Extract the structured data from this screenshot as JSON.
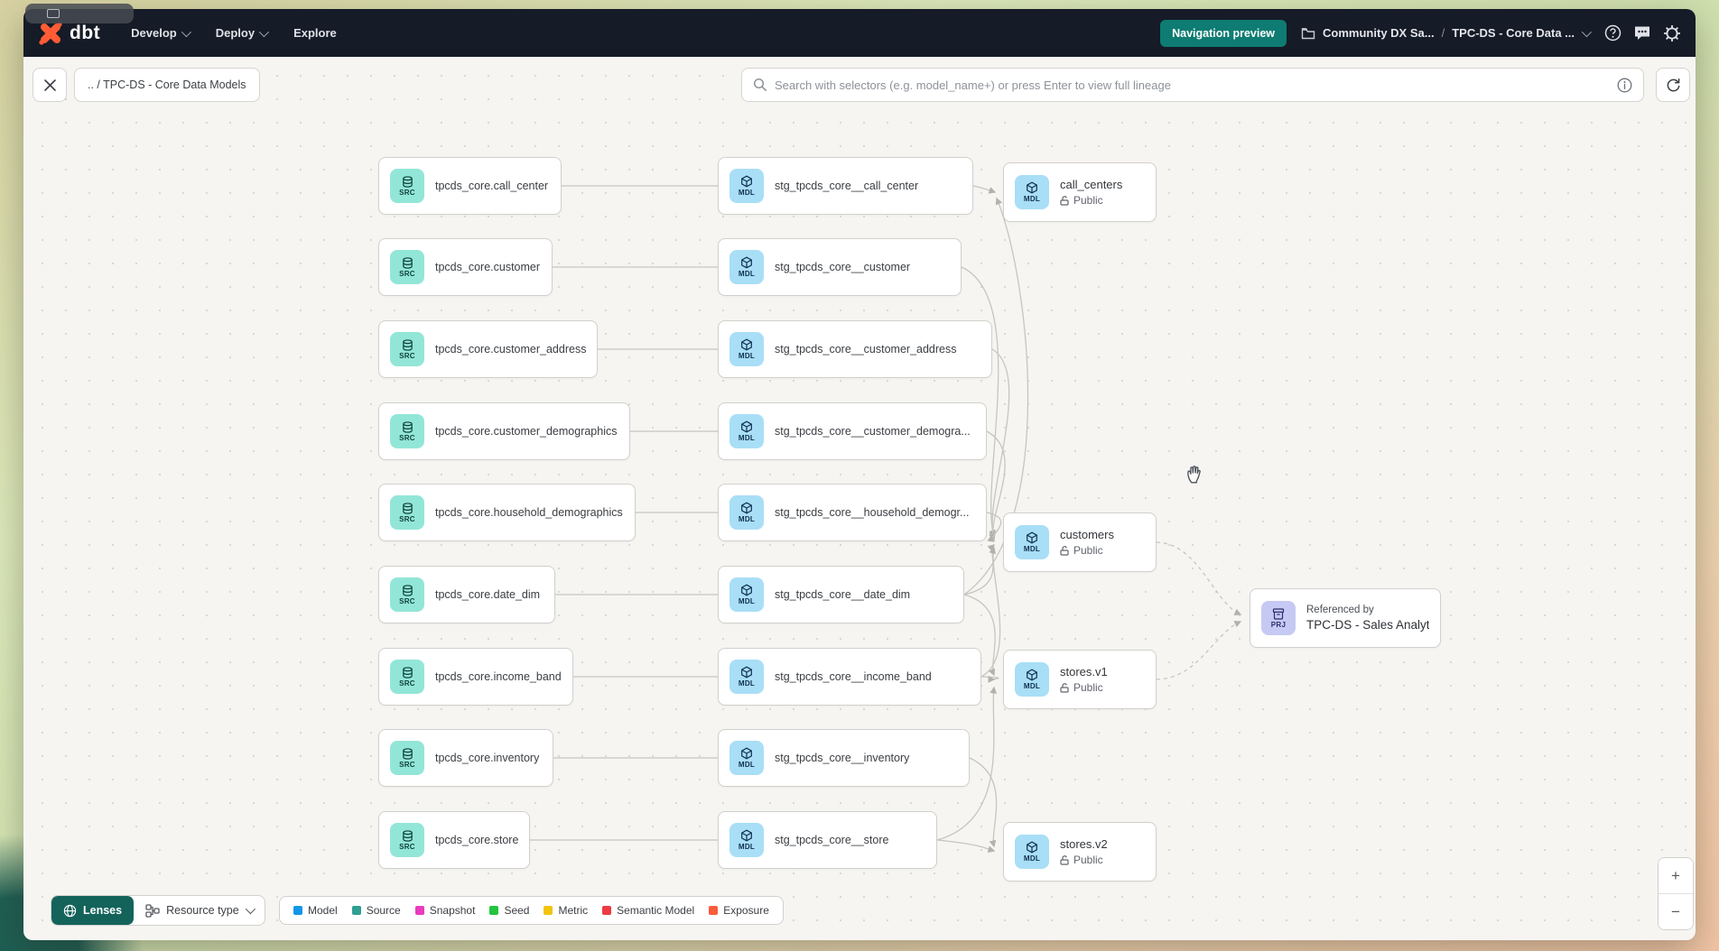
{
  "topnav": {
    "logo": "dbt",
    "menu": [
      {
        "label": "Develop"
      },
      {
        "label": "Deploy"
      },
      {
        "label": "Explore"
      }
    ],
    "preview_badge": "Navigation preview",
    "project_breadcrumb": "Community DX Sa...",
    "separator": "/",
    "page_breadcrumb": "TPC-DS - Core Data ..."
  },
  "lineage_toolbar": {
    "path_chip": ".. / TPC-DS - Core Data Models",
    "search_placeholder": "Search with selectors (e.g. model_name+) or press Enter to view full lineage"
  },
  "graph": {
    "badge_src": "SRC",
    "badge_mdl": "MDL",
    "badge_prj": "PRJ",
    "sources": [
      {
        "name": "tpcds_core.call_center"
      },
      {
        "name": "tpcds_core.customer"
      },
      {
        "name": "tpcds_core.customer_address"
      },
      {
        "name": "tpcds_core.customer_demographics"
      },
      {
        "name": "tpcds_core.household_demographics"
      },
      {
        "name": "tpcds_core.date_dim"
      },
      {
        "name": "tpcds_core.income_band"
      },
      {
        "name": "tpcds_core.inventory"
      },
      {
        "name": "tpcds_core.store"
      }
    ],
    "models": [
      {
        "name": "stg_tpcds_core__call_center"
      },
      {
        "name": "stg_tpcds_core__customer"
      },
      {
        "name": "stg_tpcds_core__customer_address"
      },
      {
        "name": "stg_tpcds_core__customer_demogra..."
      },
      {
        "name": "stg_tpcds_core__household_demogr..."
      },
      {
        "name": "stg_tpcds_core__date_dim"
      },
      {
        "name": "stg_tpcds_core__income_band"
      },
      {
        "name": "stg_tpcds_core__inventory"
      },
      {
        "name": "stg_tpcds_core__store"
      }
    ],
    "public_models": [
      {
        "name": "call_centers",
        "access": "Public"
      },
      {
        "name": "customers",
        "access": "Public"
      },
      {
        "name": "stores.v1",
        "access": "Public"
      },
      {
        "name": "stores.v2",
        "access": "Public"
      }
    ],
    "project_node": {
      "title": "Referenced by",
      "name": "TPC-DS - Sales Analytics"
    }
  },
  "legend": {
    "items": [
      {
        "label": "Model",
        "color": "#1496e8"
      },
      {
        "label": "Source",
        "color": "#2f9e93"
      },
      {
        "label": "Snapshot",
        "color": "#e93cbe"
      },
      {
        "label": "Seed",
        "color": "#22c440"
      },
      {
        "label": "Metric",
        "color": "#f2c40f"
      },
      {
        "label": "Semantic Model",
        "color": "#ee3a43"
      },
      {
        "label": "Exposure",
        "color": "#fb5c3a"
      }
    ]
  },
  "controls": {
    "lenses": "Lenses",
    "resource_type": "Resource type",
    "zoom_in": "+",
    "zoom_out": "−"
  },
  "colors": {
    "nav_bg": "#151b27",
    "brand_orange": "#ff5c35",
    "teal_accent": "#0e7c72",
    "lenses_teal": "#14635b",
    "source_badge": "#92e6d8",
    "model_badge": "#a9def7",
    "project_badge": "#c6c9f3",
    "edge": "#c7c5c1"
  }
}
